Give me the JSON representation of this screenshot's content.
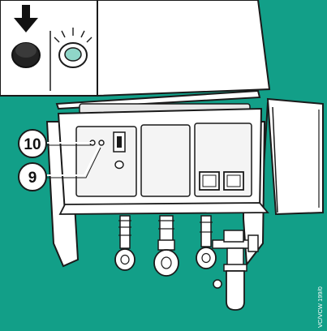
{
  "callouts": [
    {
      "id": "10",
      "label": "10"
    },
    {
      "id": "9",
      "label": "9"
    }
  ],
  "figure_code": "VC/VCW 199/0",
  "colors": {
    "background": "#129f88",
    "stroke": "#1a1a1a",
    "panel": "#ffffff",
    "inset_fill": "#f4f4f4",
    "button_dark": "#222222",
    "lamp": "#8fd6c8"
  },
  "icons": {
    "inset_left": "press-button-icon",
    "inset_right": "indicator-lamp-icon",
    "arrow": "arrow-down-icon"
  }
}
